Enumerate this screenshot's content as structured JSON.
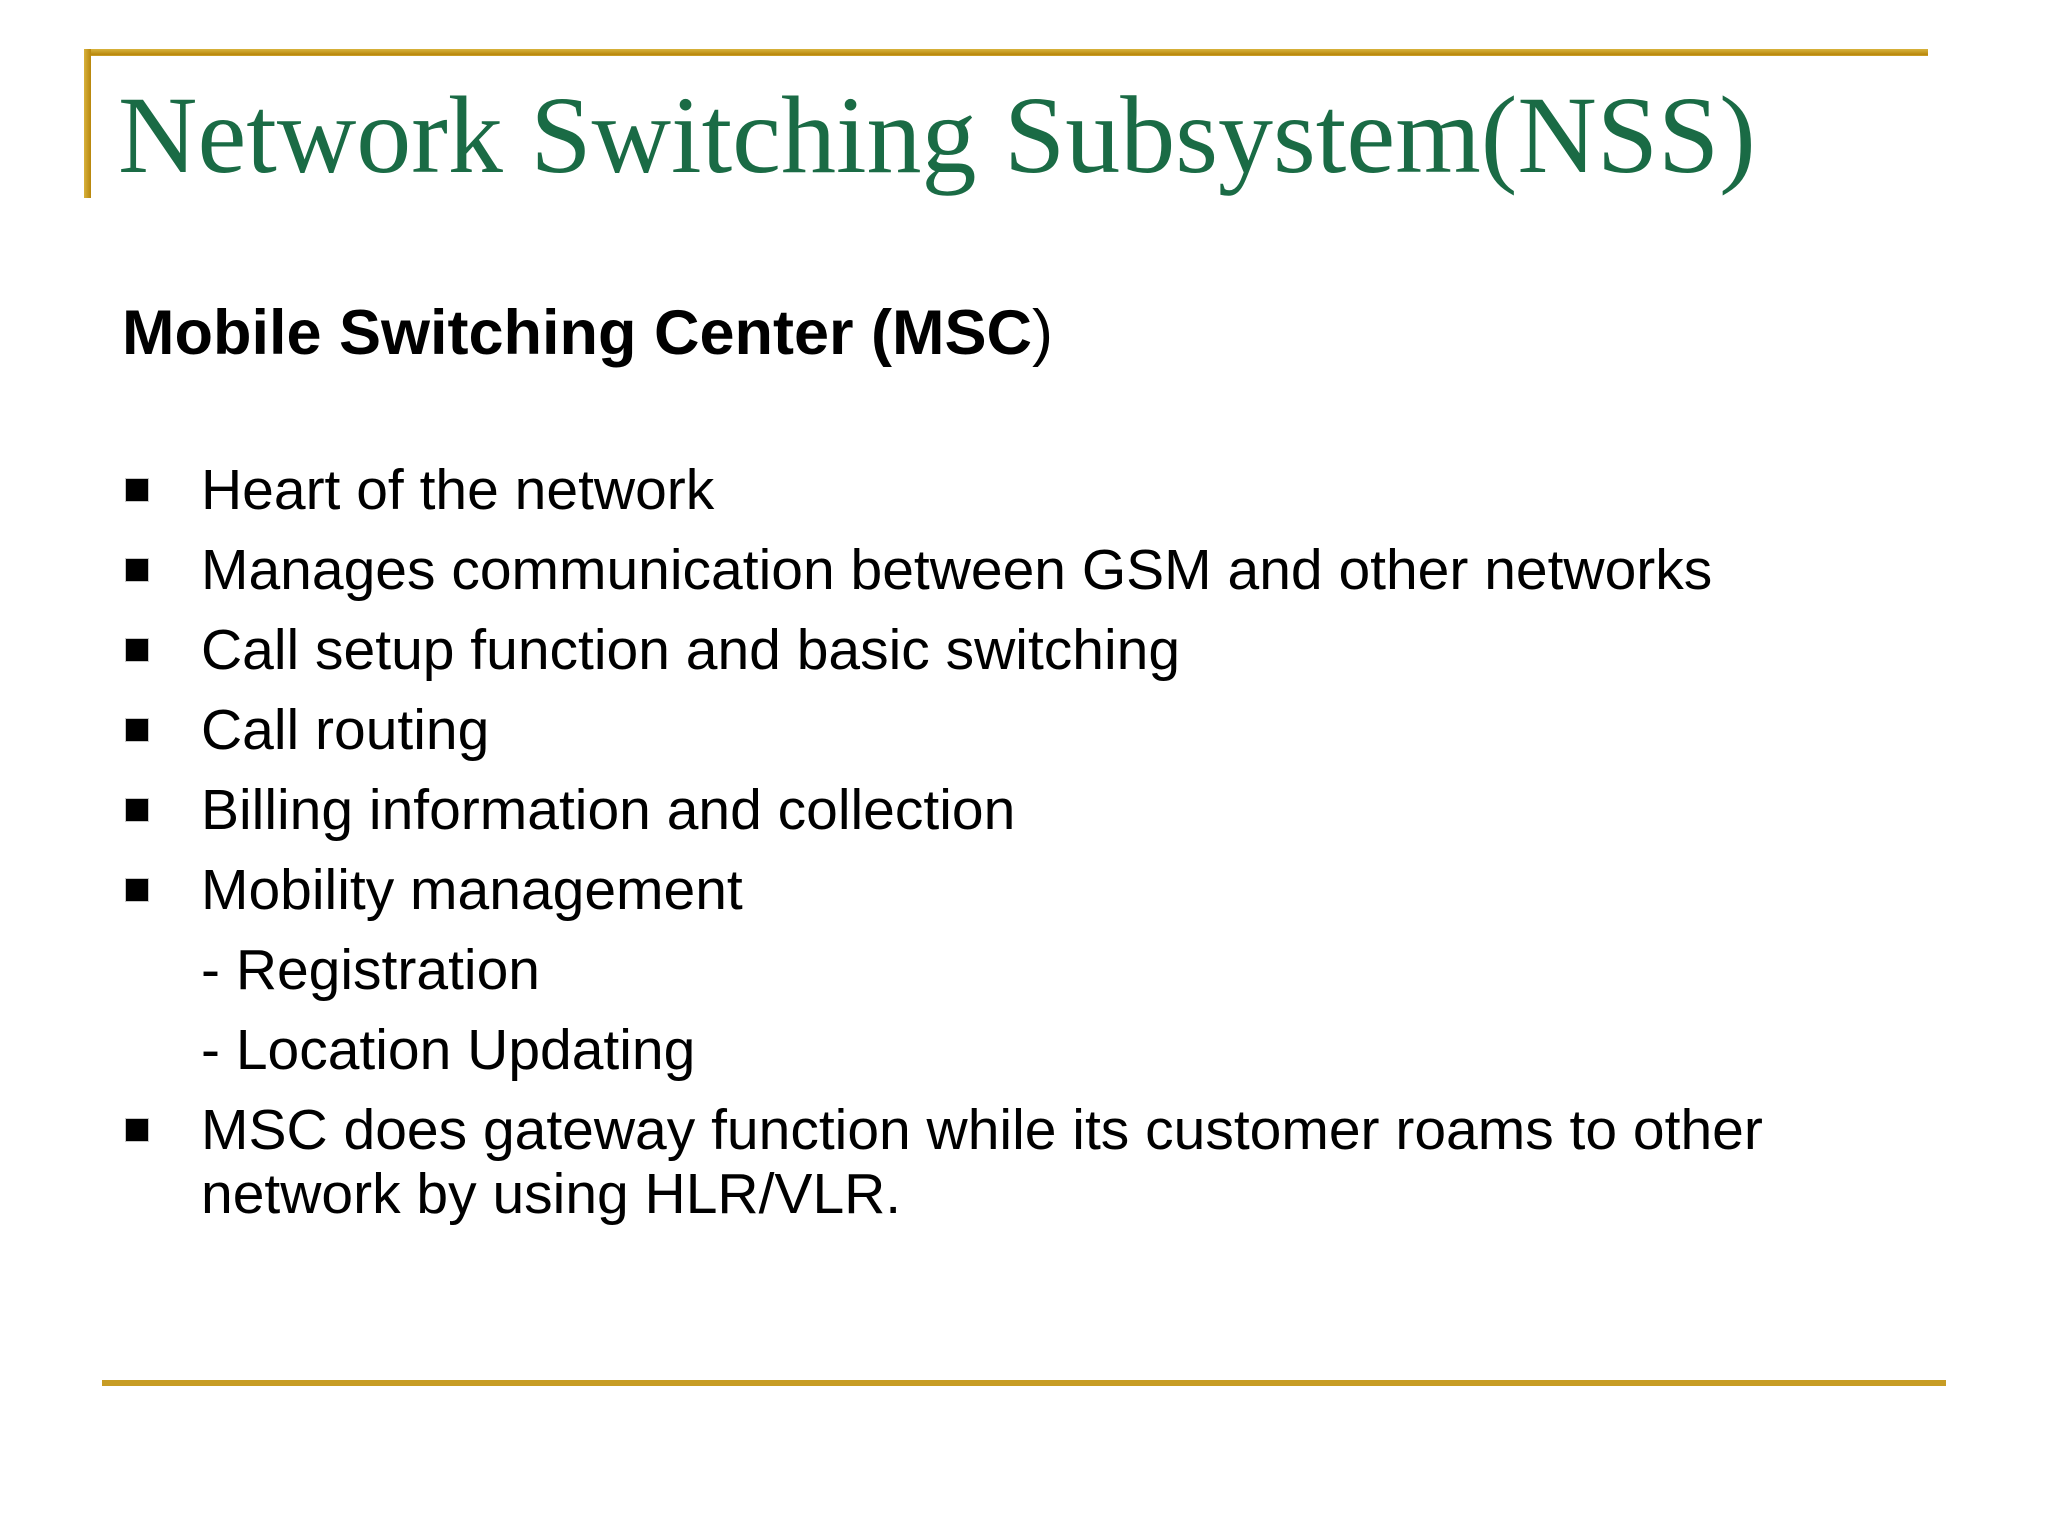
{
  "slide": {
    "title": "Network Switching Subsystem(NSS)",
    "subtitle": {
      "bold": "Mobile Switching Center (MSC",
      "close_paren": ")"
    },
    "list": {
      "items": [
        {
          "type": "bullet",
          "text": "Heart of the network"
        },
        {
          "type": "bullet",
          "text": "Manages communication between GSM and other networks"
        },
        {
          "type": "bullet",
          "text": "Call setup function and basic switching"
        },
        {
          "type": "bullet",
          "text": "Call routing"
        },
        {
          "type": "bullet",
          "text": "Billing information and collection"
        },
        {
          "type": "bullet",
          "text": "Mobility management"
        },
        {
          "type": "sub",
          "text": "- Registration"
        },
        {
          "type": "sub",
          "text": "- Location Updating"
        },
        {
          "type": "bullet",
          "text": "MSC does gateway function while its customer roams to other network by using HLR/VLR."
        }
      ]
    }
  },
  "icons": {
    "bullet": "black-square"
  },
  "colors": {
    "title_green": "#1A6B45",
    "frame_gold": "#C79C24",
    "body_text": "#000000",
    "background": "#FFFFFF"
  }
}
